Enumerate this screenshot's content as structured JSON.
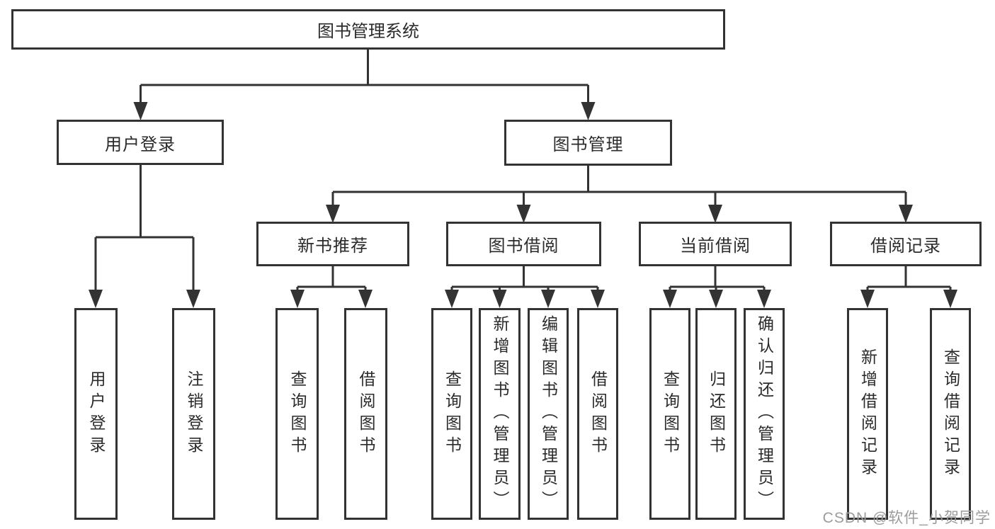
{
  "diagram": {
    "root": {
      "label": "图书管理系统"
    },
    "level1": [
      {
        "id": "user-login",
        "label": "用户登录"
      },
      {
        "id": "book-management",
        "label": "图书管理"
      }
    ],
    "level2": [
      {
        "id": "new-book-recommend",
        "label": "新书推荐"
      },
      {
        "id": "book-borrow",
        "label": "图书借阅"
      },
      {
        "id": "current-borrow",
        "label": "当前借阅"
      },
      {
        "id": "borrow-records",
        "label": "借阅记录"
      }
    ],
    "leaves": {
      "user_login": [
        {
          "label": "用户登录"
        },
        {
          "label": "注销登录"
        }
      ],
      "new_book_recommend": [
        {
          "label": "查询图书"
        },
        {
          "label": "借阅图书"
        }
      ],
      "book_borrow": [
        {
          "label": "查询图书"
        },
        {
          "label": "新增图书（管理员）"
        },
        {
          "label": "编辑图书（管理员）"
        },
        {
          "label": "借阅图书"
        }
      ],
      "current_borrow": [
        {
          "label": "查询图书"
        },
        {
          "label": "归还图书"
        },
        {
          "label": "确认归还（管理员）"
        }
      ],
      "borrow_records": [
        {
          "label": "新增借阅记录"
        },
        {
          "label": "查询借阅记录"
        }
      ]
    }
  },
  "watermark": {
    "text": "CSDN @软件_小贺同学",
    "color": "#9c9c9c"
  },
  "colors": {
    "line": "#333333",
    "background": "#ffffff",
    "text": "#2b2b2b"
  }
}
